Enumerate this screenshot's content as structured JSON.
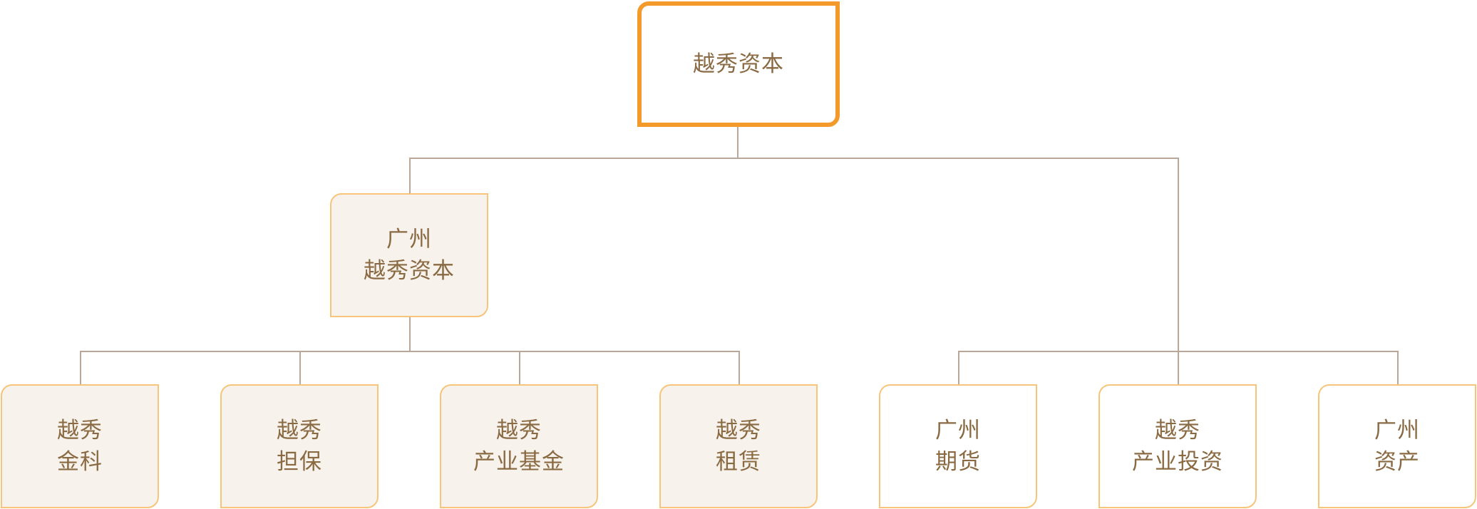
{
  "nodes": {
    "root": {
      "lines": [
        "越秀资本"
      ]
    },
    "gz_capital": {
      "lines": [
        "广州",
        "越秀资本"
      ]
    },
    "jinke": {
      "lines": [
        "越秀",
        "金科"
      ]
    },
    "danbao": {
      "lines": [
        "越秀",
        "担保"
      ]
    },
    "fund": {
      "lines": [
        "越秀",
        "产业基金"
      ]
    },
    "zulin": {
      "lines": [
        "越秀",
        "租赁"
      ]
    },
    "qihuo": {
      "lines": [
        "广州",
        "期货"
      ]
    },
    "touzi": {
      "lines": [
        "越秀",
        "产业投资"
      ]
    },
    "zichan": {
      "lines": [
        "广州",
        "资产"
      ]
    }
  },
  "colors": {
    "root_border": "#f39a2b",
    "node_border": "#f6c57a",
    "node_fill": "#f7f2eb",
    "text": "#8a6a43",
    "connector": "#b9a89a"
  }
}
